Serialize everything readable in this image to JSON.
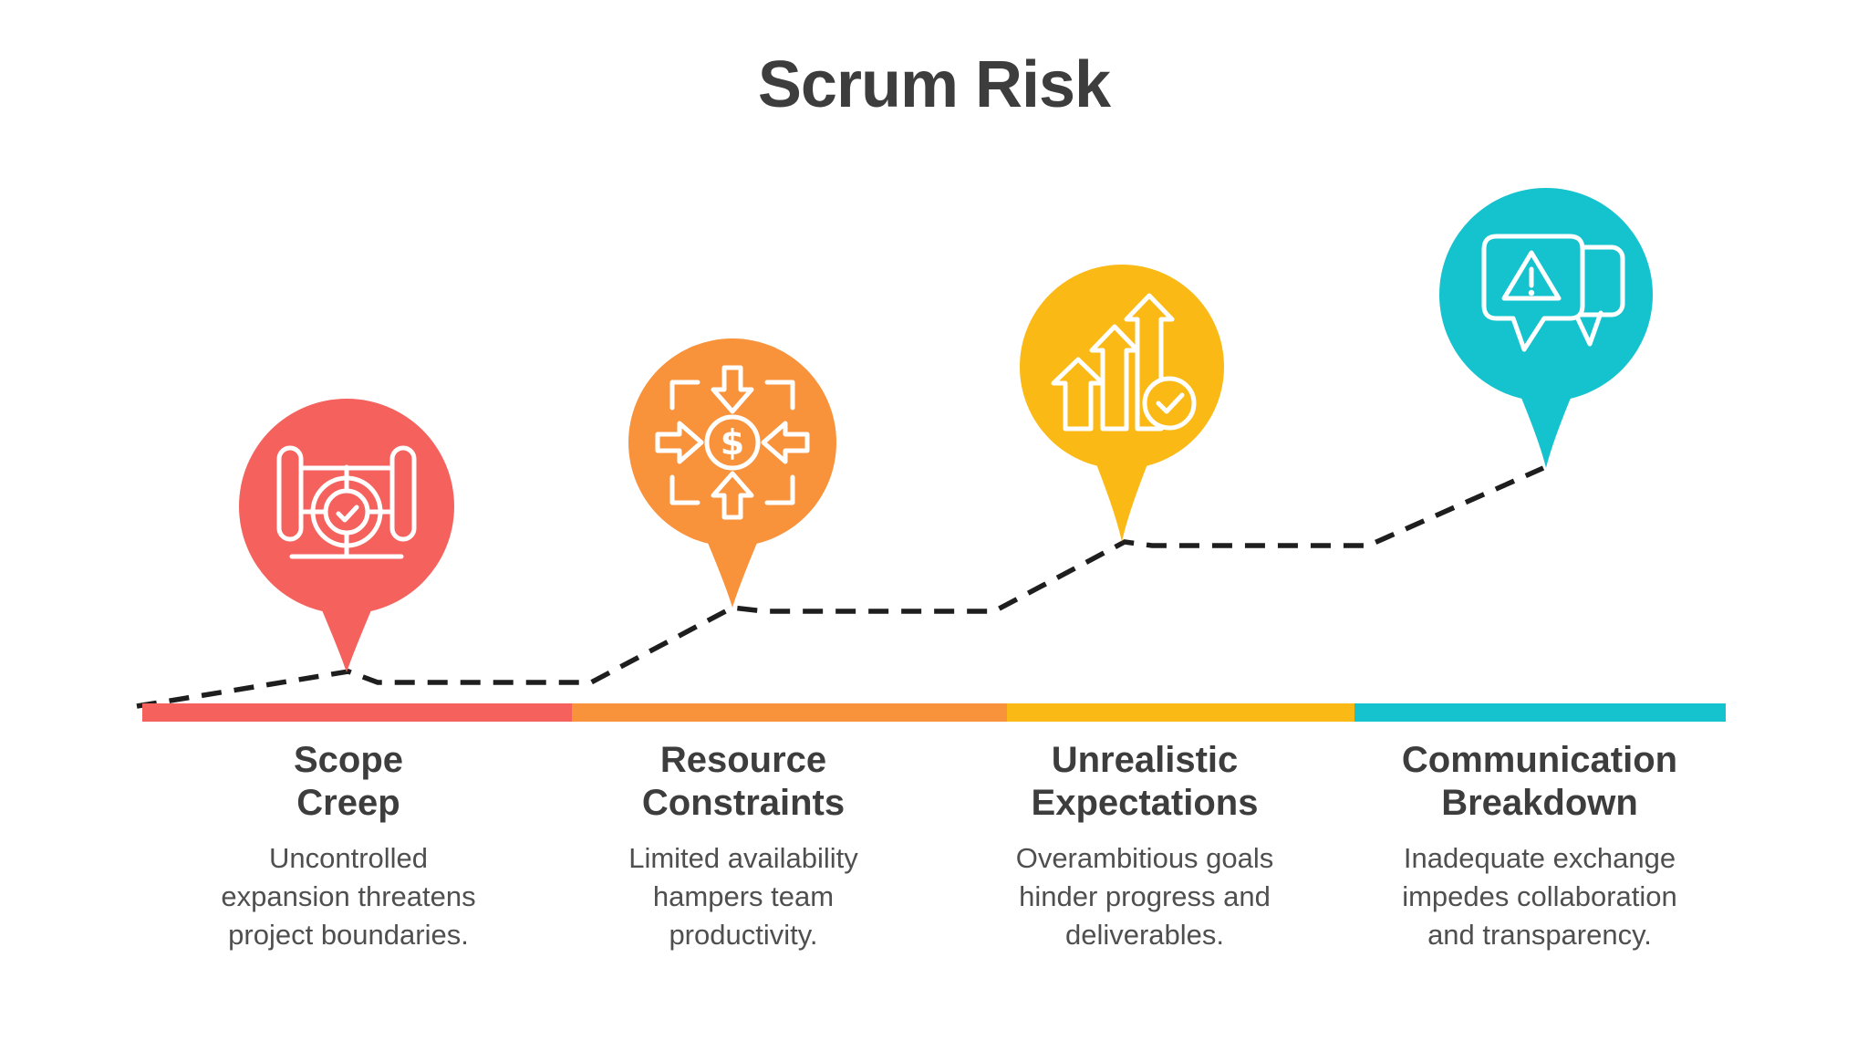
{
  "title": "Scrum Risk",
  "colors": {
    "scope_creep": "#F5625D",
    "resource_constraints": "#F8923B",
    "unrealistic_expectations": "#FAB915",
    "communication_breakdown": "#14C3CE",
    "trend_line": "#1E1E1E",
    "heading_text": "#3D3D3D",
    "body_text": "#4F4F4F",
    "background": "#FFFFFF"
  },
  "items": [
    {
      "title": "Scope\nCreep",
      "description": "Uncontrolled\nexpansion threatens\nproject boundaries.",
      "color": "#F5625D",
      "icon": "blueprint-target-icon"
    },
    {
      "title": "Resource\nConstraints",
      "description": "Limited availability\nhampers team\nproductivity.",
      "color": "#F8923B",
      "icon": "money-constraint-icon"
    },
    {
      "title": "Unrealistic\nExpectations",
      "description": "Overambitious goals\nhinder progress and\ndeliverables.",
      "color": "#FAB915",
      "icon": "rising-arrows-check-icon"
    },
    {
      "title": "Communication\nBreakdown",
      "description": "Inadequate exchange\nimpedes collaboration\nand transparency.",
      "color": "#14C3CE",
      "icon": "chat-warning-icon"
    }
  ]
}
